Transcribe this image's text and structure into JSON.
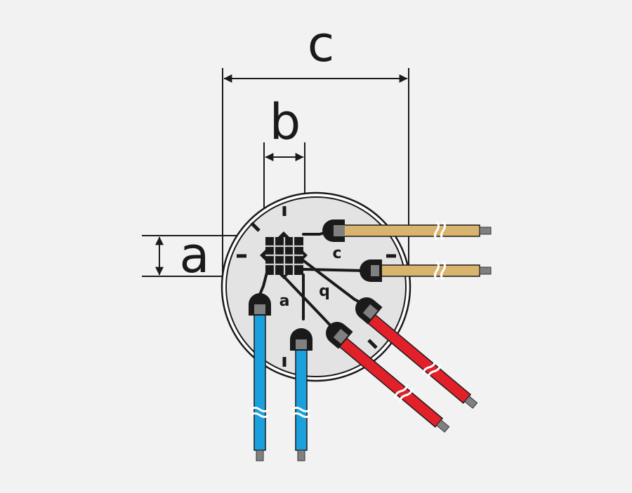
{
  "diagram": {
    "dimension_labels": {
      "a": "a",
      "b": "b",
      "c": "c"
    },
    "grid_labels": {
      "a": "a",
      "b": "b",
      "c": "c"
    },
    "colors": {
      "background": "#f2f2f2",
      "rosette_fill": "#e3e3e3",
      "outline": "#1a1a1a",
      "wire_tan": "#d9b46e",
      "wire_blue": "#1aa0dc",
      "wire_red": "#e2202a",
      "wire_tip": "#808080"
    }
  }
}
